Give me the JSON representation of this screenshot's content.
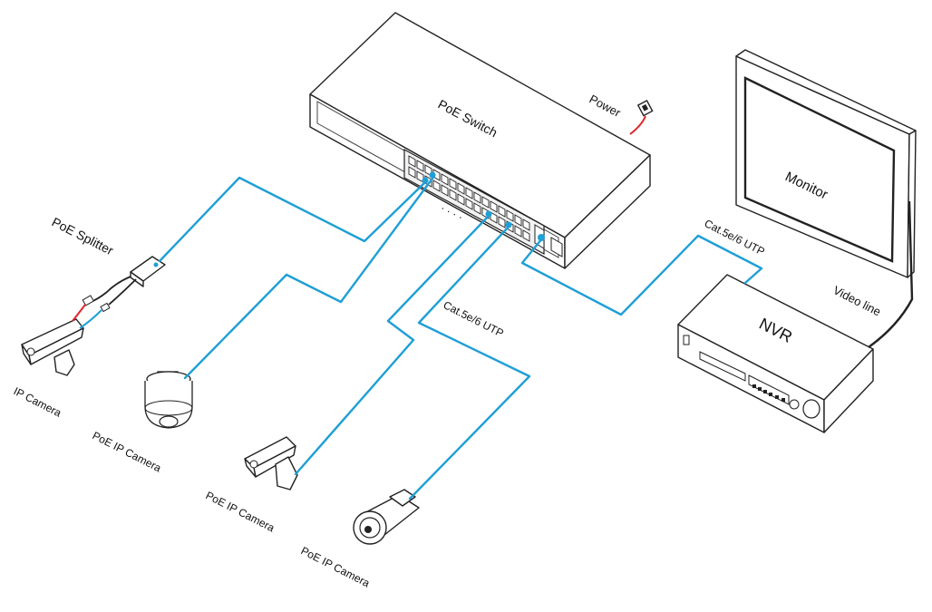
{
  "labels": {
    "poe_switch": "PoE Switch",
    "power": "Power",
    "monitor": "Monitor",
    "nvr": "NVR",
    "video_line": "Video line",
    "cat_utp_top": "Cat.5e/6 UTP",
    "cat_utp_mid": "Cat.5e/6 UTP",
    "poe_splitter": "PoE Splitter",
    "ip_camera": "IP Camera",
    "poe_ip_camera_1": "PoE IP Camera",
    "poe_ip_camera_2": "PoE IP Camera",
    "poe_ip_camera_3": "PoE IP Camera",
    "ellipsis": "· · · ·"
  },
  "colors": {
    "cable": "#1f9fd6",
    "power_wire": "#e0262b",
    "outline": "#222222",
    "port_highlight": "#1f9fd6"
  },
  "icons": [
    "switch-icon",
    "monitor-icon",
    "nvr-icon",
    "poe-splitter-icon",
    "ip-camera-icon",
    "dome-camera-icon",
    "box-camera-icon",
    "bullet-camera-icon",
    "power-plug-icon"
  ]
}
